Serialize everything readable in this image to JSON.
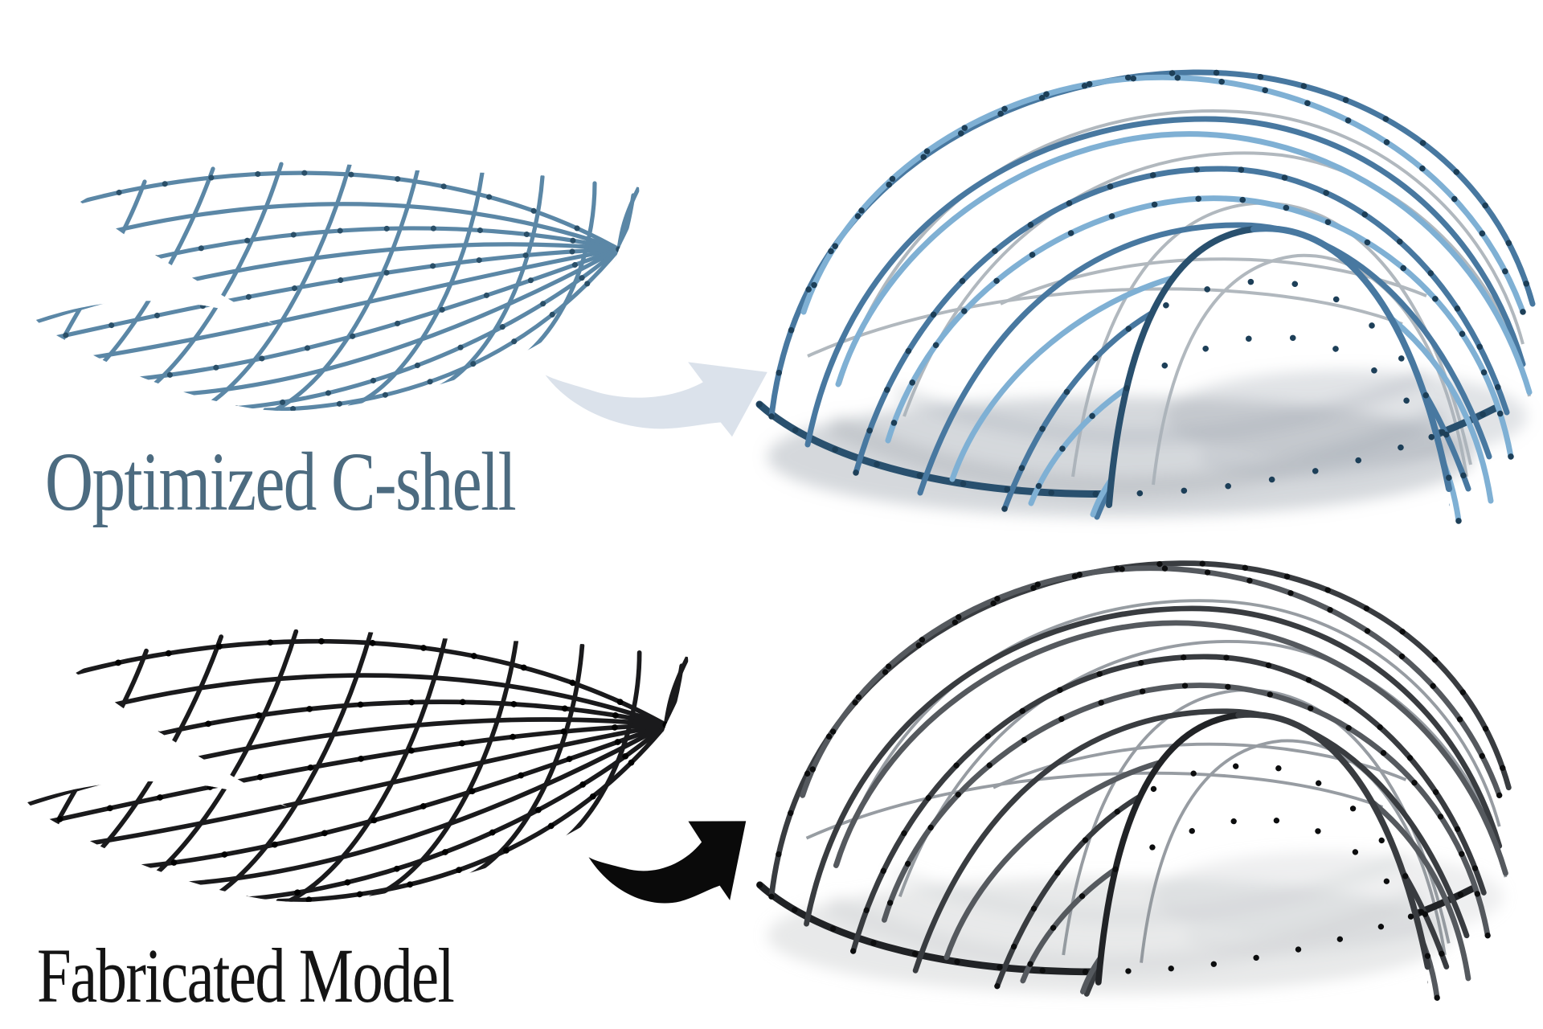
{
  "labels": {
    "top": "Optimized C-shell",
    "bottom": "Fabricated Model"
  },
  "icons": {
    "top_arrow": "curved-deploy-arrow-icon",
    "bottom_arrow": "curved-deploy-arrow-icon"
  },
  "panels": {
    "top_left": "optimized C-shell flat linkage mesh (blue render)",
    "top_right": "deployed C-shell gridshell dome (blue render)",
    "bottom_left": "fabricated flat linkage mesh (black, photo)",
    "bottom_right": "fabricated deployed gridshell dome (dark metal, photo)"
  },
  "colors": {
    "background": "#ffffff",
    "top_label": "#4c6b80",
    "bottom_label": "#141414",
    "blue_mesh": "#5b87a6",
    "blue_mesh_joint": "#2a4f68",
    "black_mesh": "#1a1a1c",
    "black_mesh_joint": "#000000",
    "blue_dome_main": "#4878a0",
    "blue_dome_light": "#7fb0d4",
    "blue_dome_dark": "#29506e",
    "blue_dome_back": "#a9b1b8",
    "blue_dome_joint": "#1d3f58",
    "blue_dome_shadow": "#9aa2ab",
    "photo_dome_main": "#393c40",
    "photo_dome_light": "#55595e",
    "photo_dome_dark": "#212326",
    "photo_dome_back": "#8c9298",
    "photo_dome_joint": "#0c0d0e",
    "photo_dome_shadow": "#c7cacd",
    "top_arrow": "#dbe2eb",
    "bottom_arrow": "#0a0a0a"
  }
}
